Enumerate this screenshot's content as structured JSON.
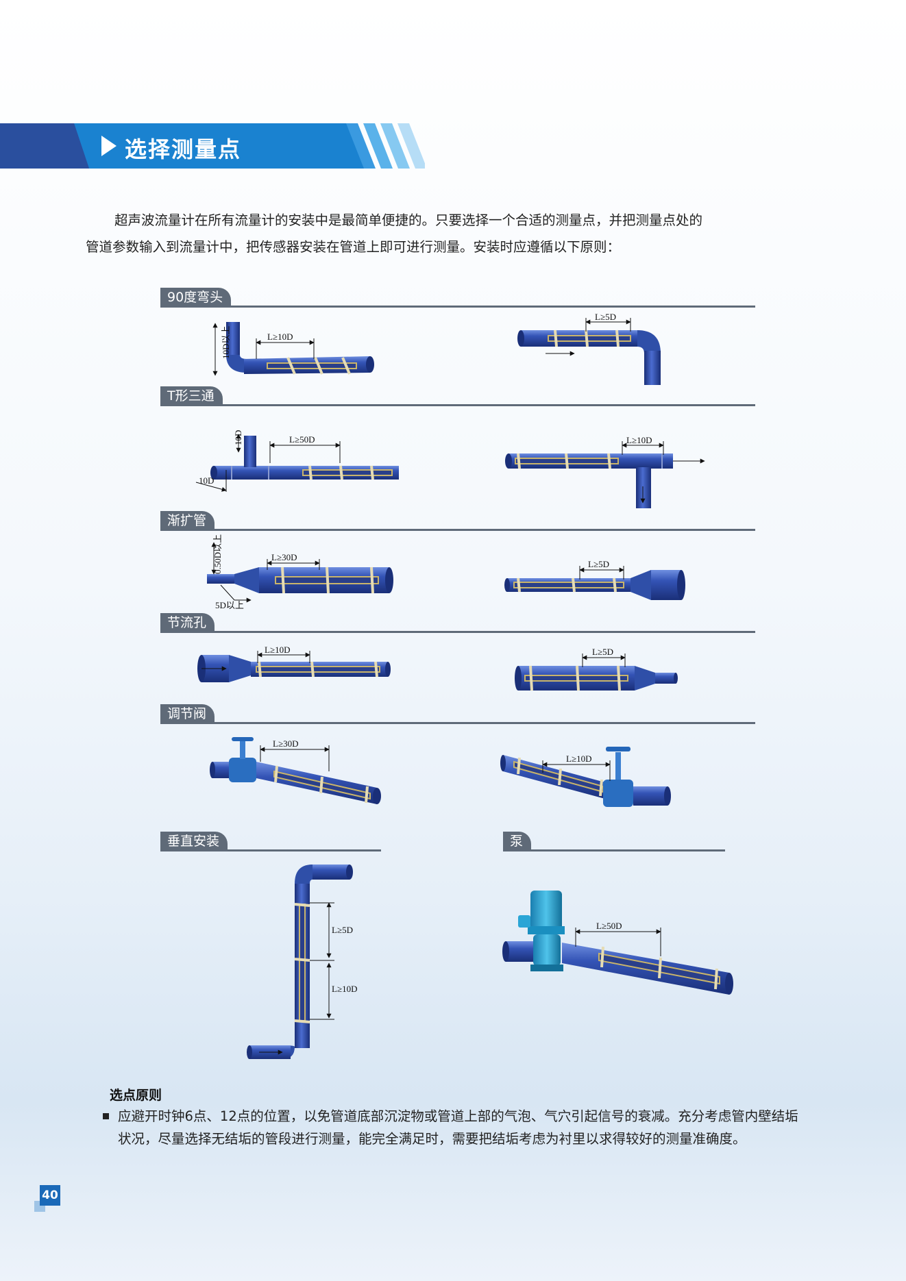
{
  "header": {
    "title": "选择测量点"
  },
  "intro": {
    "line1": "超声波流量计在所有流量计的安装中是最简单便捷的。只要选择一个合适的测量点，并把测量点处的",
    "line2": "管道参数输入到流量计中，把传感器安装在管道上即可进行测量。安装时应遵循以下原则："
  },
  "sections": {
    "elbow": {
      "label": "90度弯头",
      "left_a": "10D以上",
      "left_b": "L≥10D",
      "right_a": "L≥5D"
    },
    "tee": {
      "label": "T形三通",
      "left_a": "10D",
      "left_b": "L≥50D",
      "left_c": "10D",
      "right_a": "L≥10D"
    },
    "expander": {
      "label": "渐扩管",
      "left_a": "0.50D以上",
      "left_b": "L≥30D",
      "left_c": "5D以上",
      "right_a": "L≥5D"
    },
    "orifice": {
      "label": "节流孔",
      "left_a": "L≥10D",
      "right_a": "L≥5D"
    },
    "valve": {
      "label": "调节阀",
      "left_a": "L≥30D",
      "right_a": "L≥10D"
    },
    "vertical": {
      "label": "垂直安装",
      "a": "L≥5D",
      "b": "L≥10D"
    },
    "pump": {
      "label": "泵",
      "a": "L≥50D"
    }
  },
  "principle": {
    "heading": "选点原则",
    "text": "应避开时钟6点、12点的位置，以免管道底部沉淀物或管道上部的气泡、气穴引起信号的衰减。充分考虑管内壁结垢状况，尽量选择无结垢的管段进行测量，能完全满足时，需要把结垢考虑为衬里以求得较好的测量准确度。"
  },
  "page_number": "40",
  "colors": {
    "banner_dark": "#2a4f9e",
    "banner_light": "#1a82d0",
    "pipe": "#2f4fa8",
    "tab": "#5f6a78"
  }
}
